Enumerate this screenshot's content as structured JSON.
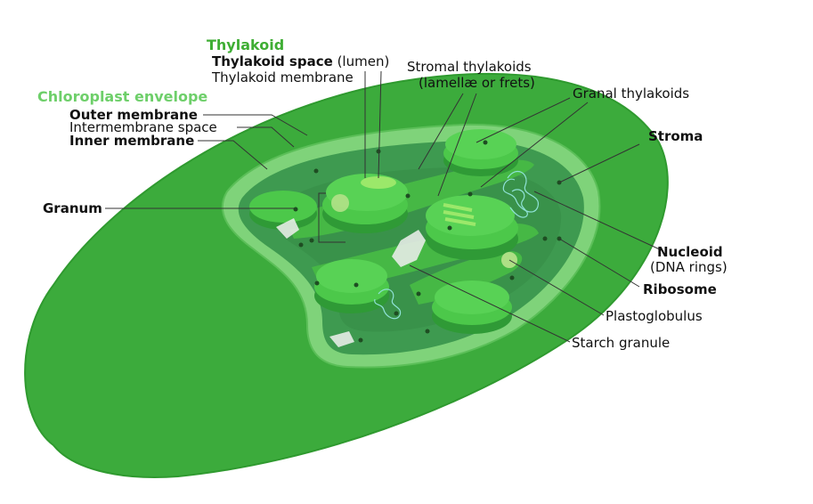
{
  "colors": {
    "outer": "#3cab3c",
    "outer_edge": "#2f9a2f",
    "envelope_light": "#7fd37a",
    "stroma": "#3e9a50",
    "thylakoid": "#4cc84a",
    "thylakoid_dark": "#2f9a36",
    "lumen": "#9be86a",
    "starch": "#e6ece6",
    "ribosome": "#1e4d22",
    "plastoglobulus": "#b9e38c",
    "nucleoid": "#8fe2d6"
  },
  "labels": {
    "thylakoid": "Thylakoid",
    "thylakoid_space": "Thylakoid space",
    "thylakoid_space_note": "(lumen)",
    "thylakoid_membrane": "Thylakoid membrane",
    "stromal_thylakoids": "Stromal thylakoids",
    "stromal_thylakoids_note": "(lamellæ or frets)",
    "granal_thylakoids": "Granal thylakoids",
    "chloroplast_envelope": "Chloroplast envelope",
    "outer_membrane": "Outer membrane",
    "intermembrane_space": "Intermembrane space",
    "inner_membrane": "Inner membrane",
    "stroma": "Stroma",
    "granum": "Granum",
    "nucleoid": "Nucleoid",
    "nucleoid_note": "(DNA rings)",
    "ribosome": "Ribosome",
    "plastoglobulus": "Plastoglobulus",
    "starch_granule": "Starch granule"
  }
}
